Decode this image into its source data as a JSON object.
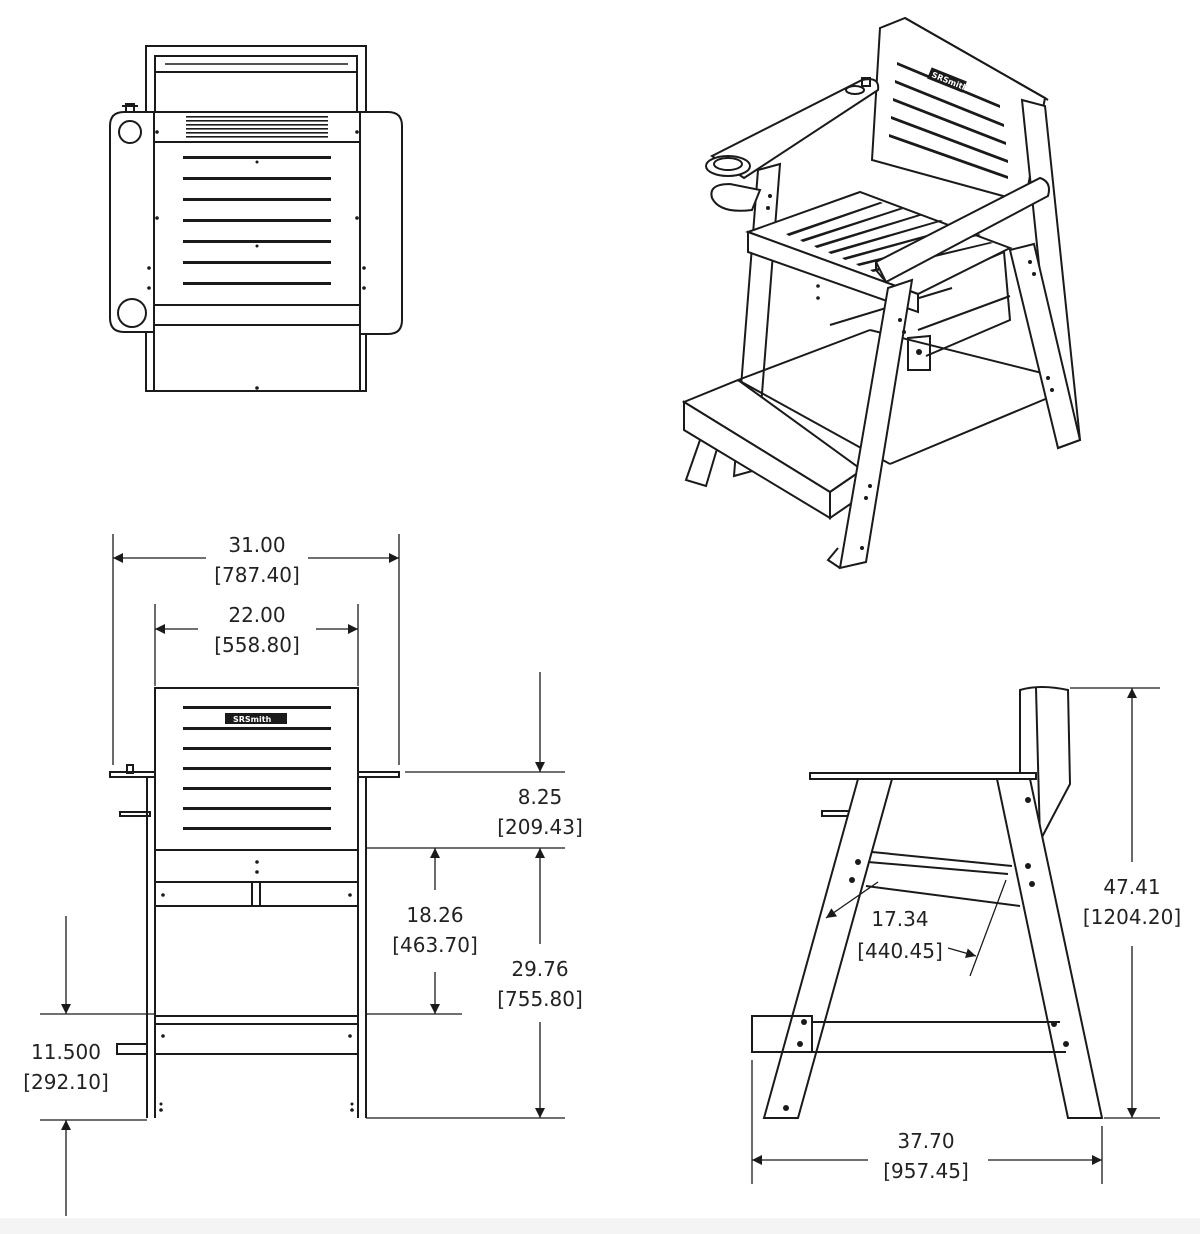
{
  "brand_logo": "SRSmith",
  "dimensions": {
    "overall_width": {
      "in": "31.00",
      "mm": "[787.40]"
    },
    "seat_width": {
      "in": "22.00",
      "mm": "[558.80]"
    },
    "back_above_arm": {
      "in": "8.25",
      "mm": "[209.43]"
    },
    "arm_to_footrest": {
      "in": "18.26",
      "mm": "[463.70]"
    },
    "arm_height": {
      "in": "29.76",
      "mm": "[755.80]"
    },
    "footrest_height": {
      "in": "11.500",
      "mm": "[292.10]"
    },
    "seat_depth": {
      "in": "17.34",
      "mm": "[440.45]"
    },
    "overall_height": {
      "in": "47.41",
      "mm": "[1204.20]"
    },
    "overall_depth": {
      "in": "37.70",
      "mm": "[957.45]"
    }
  }
}
